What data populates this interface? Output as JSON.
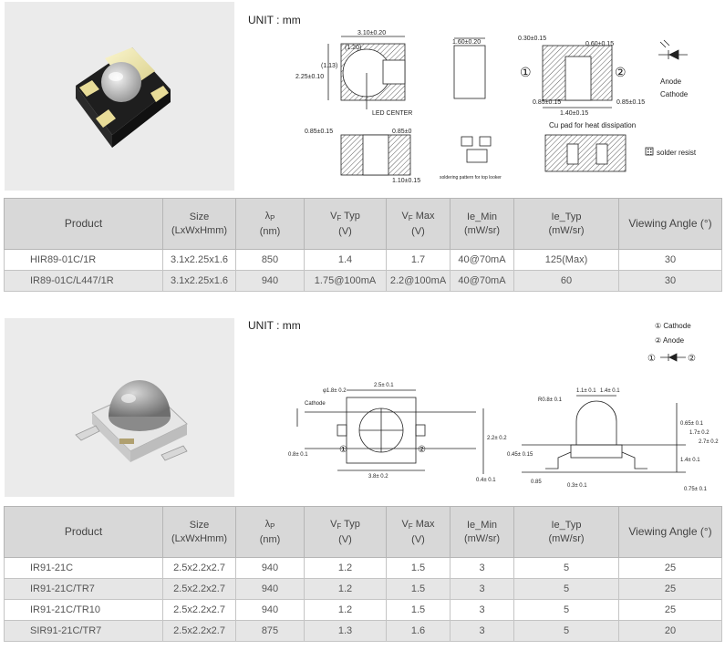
{
  "section1": {
    "unit_label": "UNIT : mm",
    "drawing_labels": {
      "width_dim": "3.10±0.20",
      "inner_dim": "(1.20)",
      "side_dim": "(1.13)",
      "height_dim": "2.25±0.10",
      "led_center": "LED CENTER",
      "thickness_dim": "1.60±0.20",
      "pad_dim_a": "0.30±0.15",
      "pad_dim_b": "0.60±0.15",
      "pad_dim_c": "0.85±0.15",
      "pad_dim_d": "0.85±0.15",
      "pad_dim_e": "1.40±0.15",
      "bottom_dim_a": "0.85±0.15",
      "bottom_dim_b": "0.85±0",
      "bottom_dim_c": "1.10±0.15",
      "soldering_note": "soldering pattern for top looker",
      "cu_pad_note": "Cu pad for heat dissipation",
      "solder_resist": "solder resist",
      "anode": "Anode",
      "cathode": "Cathode",
      "num1": "①",
      "num2": "②"
    },
    "table": {
      "headers": {
        "product": "Product",
        "size": "Size",
        "size_unit": "(LxWxHmm)",
        "lambda": "λ",
        "lambda_sub": "P",
        "lambda_unit": "(nm)",
        "vf_typ": "V",
        "vf_typ_sub": "F",
        "vf_typ_rest": " Typ",
        "vf_typ_unit": "(V)",
        "vf_max": "V",
        "vf_max_sub": "F",
        "vf_max_rest": " Max",
        "vf_max_unit": "(V)",
        "ie_min": "Ie_Min",
        "ie_min_unit": "(mW/sr)",
        "ie_typ": "Ie_Typ",
        "ie_typ_unit": "(mW/sr)",
        "angle": "Viewing Angle (°)"
      },
      "rows": [
        {
          "product": "HIR89-01C/1R",
          "size": "3.1x2.25x1.6",
          "lambda": "850",
          "vf_typ": "1.4",
          "vf_max": "1.7",
          "ie_min": "40@70mA",
          "ie_typ": "125(Max)",
          "angle": "30"
        },
        {
          "product": "IR89-01C/L447/1R",
          "size": "3.1x2.25x1.6",
          "lambda": "940",
          "vf_typ": "1.75@100mA",
          "vf_max": "2.2@100mA",
          "ie_min": "40@70mA",
          "ie_typ": "60",
          "angle": "30"
        }
      ]
    }
  },
  "section2": {
    "unit_label": "UNIT : mm",
    "drawing_labels": {
      "cathode_legend": "① Cathode",
      "anode_legend": "② Anode",
      "symbol_1": "①",
      "symbol_2": "②",
      "cathode": "Cathode",
      "hole_dim": "φ1.8± 0.2",
      "lens_dim": "2.5± 0.1",
      "length_dim": "3.8± 0.2",
      "width_dim": "2.2± 0.2",
      "side_dim": "0.8± 0.1",
      "lead_dim": "0.4± 0.1",
      "radius_dim": "R0.8± 0.1",
      "top_dim_a": "1.1± 0.1",
      "top_dim_b": "1.4± 0.1",
      "height_dim_a": "0.65± 0.1",
      "height_dim_b": "1.7± 0.2",
      "height_dim_c": "2.7± 0.2",
      "lead_dim_b": "0.45± 0.15",
      "base_dim_a": "1.4± 0.1",
      "base_dim_b": "0.3± 0.1",
      "foot_dim": "0.75± 0.1",
      "gap_dim": "0.85",
      "num1": "①",
      "num2": "②"
    },
    "table": {
      "headers": {
        "product": "Product",
        "size": "Size",
        "size_unit": "(LxWxHmm)",
        "lambda": "λ",
        "lambda_sub": "P",
        "lambda_unit": "(nm)",
        "vf_typ": "V",
        "vf_typ_sub": "F",
        "vf_typ_rest": " Typ",
        "vf_typ_unit": "(V)",
        "vf_max": "V",
        "vf_max_sub": "F",
        "vf_max_rest": " Max",
        "vf_max_unit": "(V)",
        "ie_min": "Ie_Min",
        "ie_min_unit": "(mW/sr)",
        "ie_typ": "Ie_Typ",
        "ie_typ_unit": "(mW/sr)",
        "angle": "Viewing Angle (°)"
      },
      "rows": [
        {
          "product": "IR91-21C",
          "size": "2.5x2.2x2.7",
          "lambda": "940",
          "vf_typ": "1.2",
          "vf_max": "1.5",
          "ie_min": "3",
          "ie_typ": "5",
          "angle": "25"
        },
        {
          "product": "IR91-21C/TR7",
          "size": "2.5x2.2x2.7",
          "lambda": "940",
          "vf_typ": "1.2",
          "vf_max": "1.5",
          "ie_min": "3",
          "ie_typ": "5",
          "angle": "25"
        },
        {
          "product": "IR91-21C/TR10",
          "size": "2.5x2.2x2.7",
          "lambda": "940",
          "vf_typ": "1.2",
          "vf_max": "1.5",
          "ie_min": "3",
          "ie_typ": "5",
          "angle": "25"
        },
        {
          "product": "SIR91-21C/TR7",
          "size": "2.5x2.2x2.7",
          "lambda": "875",
          "vf_typ": "1.3",
          "vf_max": "1.6",
          "ie_min": "3",
          "ie_typ": "5",
          "angle": "20"
        }
      ]
    }
  }
}
